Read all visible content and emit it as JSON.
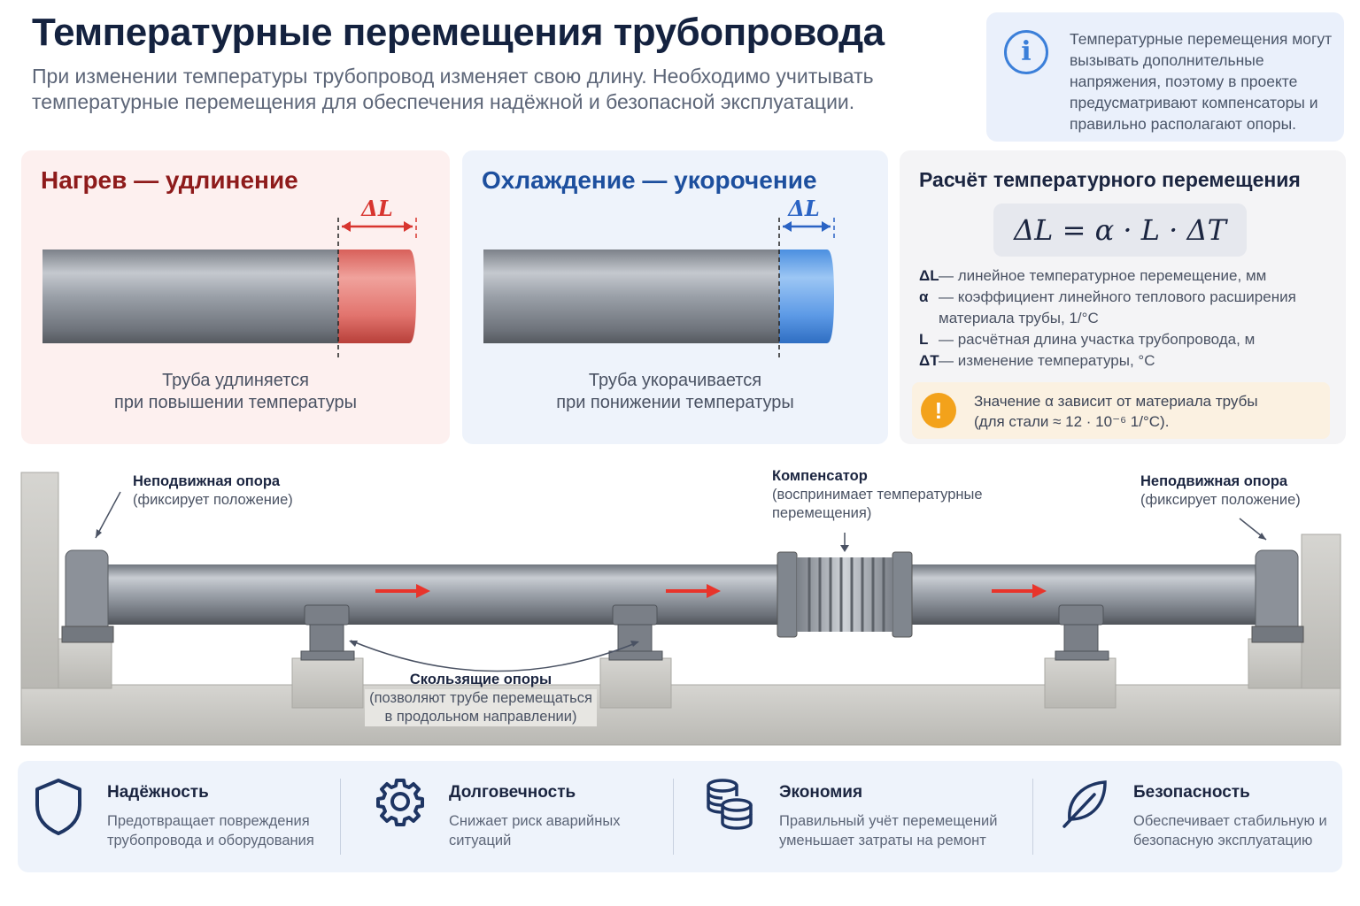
{
  "header": {
    "title": "Температурные перемещения трубопровода",
    "subtitle": "При изменении температуры трубопровод изменяет свою длину. Необходимо учитывать температурные перемещения для обеспечения надёжной и безопасной эксплуатации."
  },
  "info": {
    "icon": "info-icon",
    "text": "Температурные перемещения могут вызывать дополнительные напряжения, поэтому в проекте предусматривают компенсаторы и правильно располагают опоры."
  },
  "heating": {
    "title": "Нагрев — удлинение",
    "delta_label": "ΔL",
    "caption_line1": "Труба удлиняется",
    "caption_line2": "при повышении температуры",
    "color": "#e05a54"
  },
  "cooling": {
    "title": "Охлаждение — укорочение",
    "delta_label": "ΔL",
    "caption_line1": "Труба укорачивается",
    "caption_line2": "при понижении температуры",
    "color": "#3f86dc"
  },
  "calculation": {
    "title": "Расчёт температурного перемещения",
    "formula": "ΔL = α · L · ΔT",
    "definitions": [
      {
        "symbol": "ΔL",
        "text": "— линейное температурное перемещение, мм"
      },
      {
        "symbol": "α",
        "text": "— коэффициент линейного теплового расширения материала трубы, 1/°C"
      },
      {
        "symbol": "L",
        "text": "— расчётная длина участка трубопровода, м"
      },
      {
        "symbol": "ΔT",
        "text": "— изменение температуры, °C"
      }
    ],
    "note_line1": "Значение α зависит от материала трубы",
    "note_line2": "(для стали ≈ 12 · 10⁻⁶  1/°C).",
    "note_icon": "warning-icon"
  },
  "diagram": {
    "fixed_left_title": "Неподвижная опора",
    "fixed_left_desc": "(фиксирует положение)",
    "fixed_right_title": "Неподвижная опора",
    "fixed_right_desc": "(фиксирует положение)",
    "compensator_title": "Компенсатор",
    "compensator_desc1": "(воспринимает температурные",
    "compensator_desc2": "перемещения)",
    "sliding_title": "Скользящие опоры",
    "sliding_desc1": "(позволяют трубе перемещаться",
    "sliding_desc2": "в продольном направлении)",
    "arrow_color": "#e8342b"
  },
  "features": [
    {
      "icon": "shield-icon",
      "title": "Надёжность",
      "desc": "Предотвращает повреждения трубопровода и оборудования"
    },
    {
      "icon": "gear-icon",
      "title": "Долговечность",
      "desc": "Снижает риск аварийных ситуаций"
    },
    {
      "icon": "coins-icon",
      "title": "Экономия",
      "desc": "Правильный учёт перемещений уменьшает затраты на ремонт"
    },
    {
      "icon": "leaf-icon",
      "title": "Безопасность",
      "desc": "Обеспечивает стабильную и безопасную эксплуатацию"
    }
  ]
}
